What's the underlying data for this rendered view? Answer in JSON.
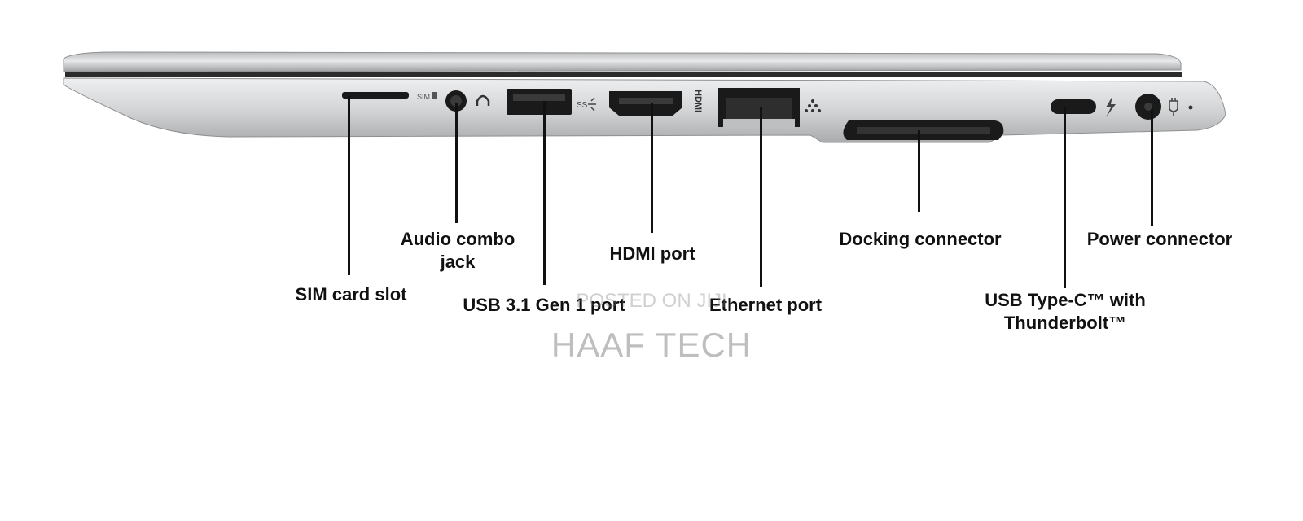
{
  "labels": {
    "sim": "SIM card slot",
    "audio_line1": "Audio combo",
    "audio_line2": "jack",
    "usb31": "USB 3.1 Gen 1 port",
    "hdmi": "HDMI port",
    "ethernet": "Ethernet port",
    "docking": "Docking connector",
    "usbc_line1": "USB Type-C™ with",
    "usbc_line2": "Thunderbolt™",
    "power": "Power connector"
  },
  "port_markings": {
    "sim": "SIM",
    "hdmi": "HDMI",
    "usb": "SS"
  },
  "watermark": {
    "line1": "POSTED ON JIJI",
    "line2": "HAAF TECH"
  },
  "colors": {
    "chassis": "#c9cbcd",
    "chassis_light": "#e4e5e6",
    "port": "#1a1a1a",
    "label_text": "#111111"
  }
}
